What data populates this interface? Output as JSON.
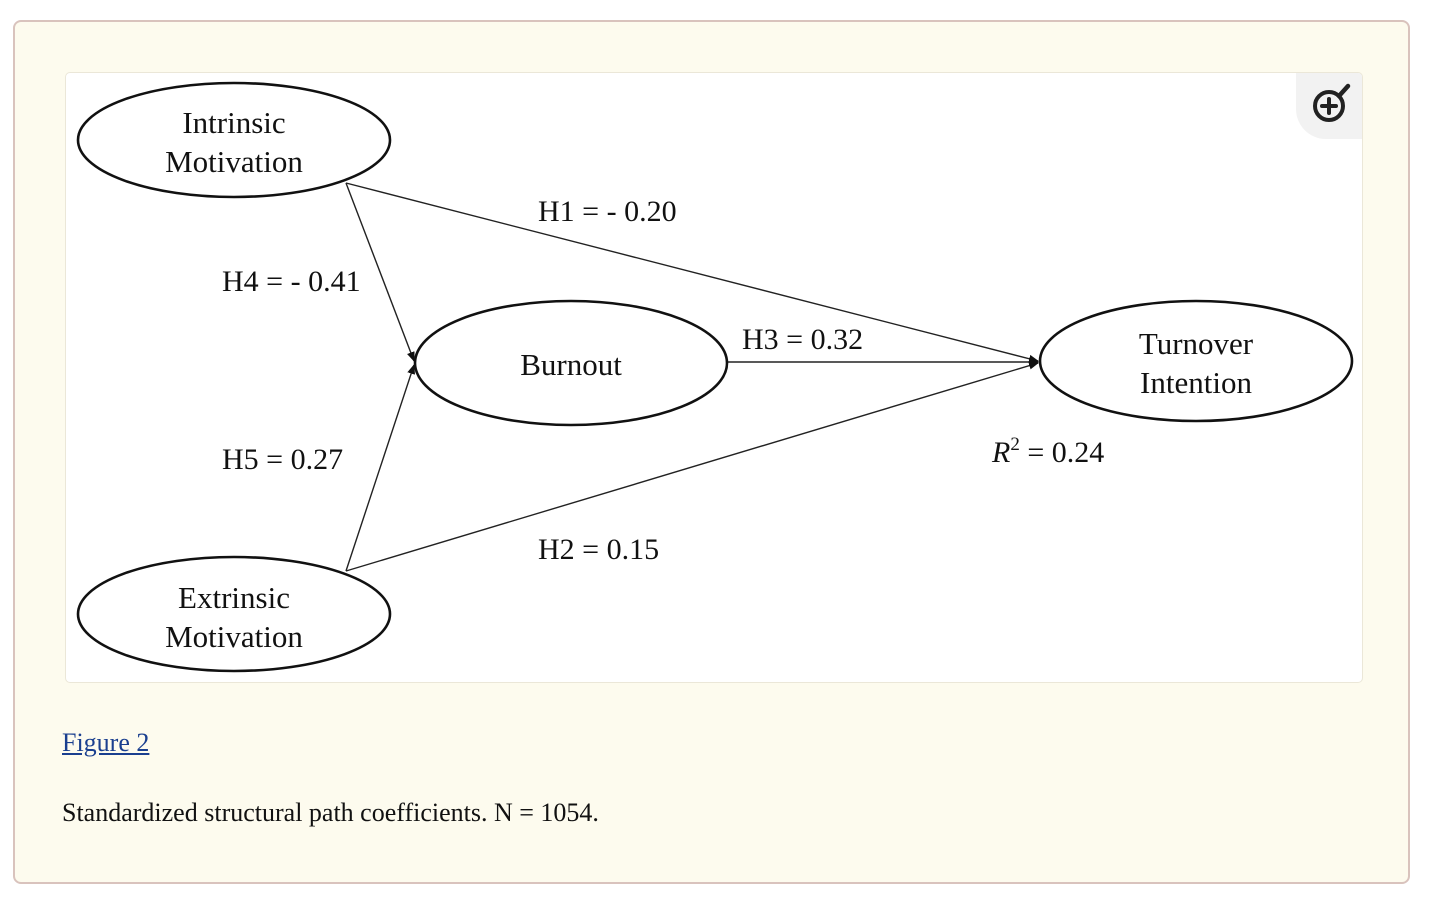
{
  "diagram": {
    "nodes": {
      "intrinsic": {
        "line1": "Intrinsic",
        "line2": "Motivation"
      },
      "extrinsic": {
        "line1": "Extrinsic",
        "line2": "Motivation"
      },
      "burnout": {
        "label": "Burnout"
      },
      "turnover": {
        "line1": "Turnover",
        "line2": "Intention"
      }
    },
    "edges": {
      "h1": "H1 = - 0.20",
      "h2": "H2 = 0.15",
      "h3": "H3 = 0.32",
      "h4": "H4 = - 0.41",
      "h5": "H5 = 0.27"
    },
    "r_squared": {
      "symbol": "R",
      "exponent": "2",
      "value": " = 0.24"
    }
  },
  "zoom": {
    "icon": "zoom-in-icon"
  },
  "figure": {
    "link_label": "Figure 2",
    "caption": "Standardized structural path coefficients. N = 1054."
  }
}
